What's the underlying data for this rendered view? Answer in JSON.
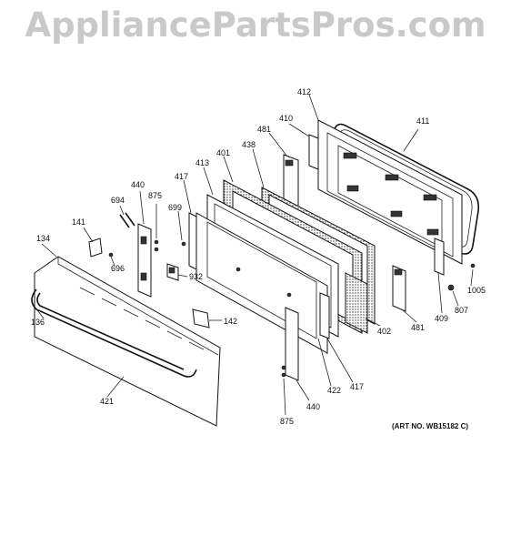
{
  "watermark": "AppliancePartsPros.com",
  "art_number": "(ART NO. WB15182 C)",
  "callouts": {
    "c412": "412",
    "c410": "410",
    "c411": "411",
    "c481a": "481",
    "c438": "438",
    "c401": "401",
    "c413": "413",
    "c417a": "417",
    "c440a": "440",
    "c875a": "875",
    "c694": "694",
    "c699": "699",
    "c141": "141",
    "c134": "134",
    "c696": "696",
    "c932": "932",
    "c1005": "1005",
    "c807": "807",
    "c409": "409",
    "c481b": "481",
    "c402": "402",
    "c142": "142",
    "c136": "136",
    "c417b": "417",
    "c422": "422",
    "c440b": "440",
    "c421": "421",
    "c875b": "875"
  }
}
